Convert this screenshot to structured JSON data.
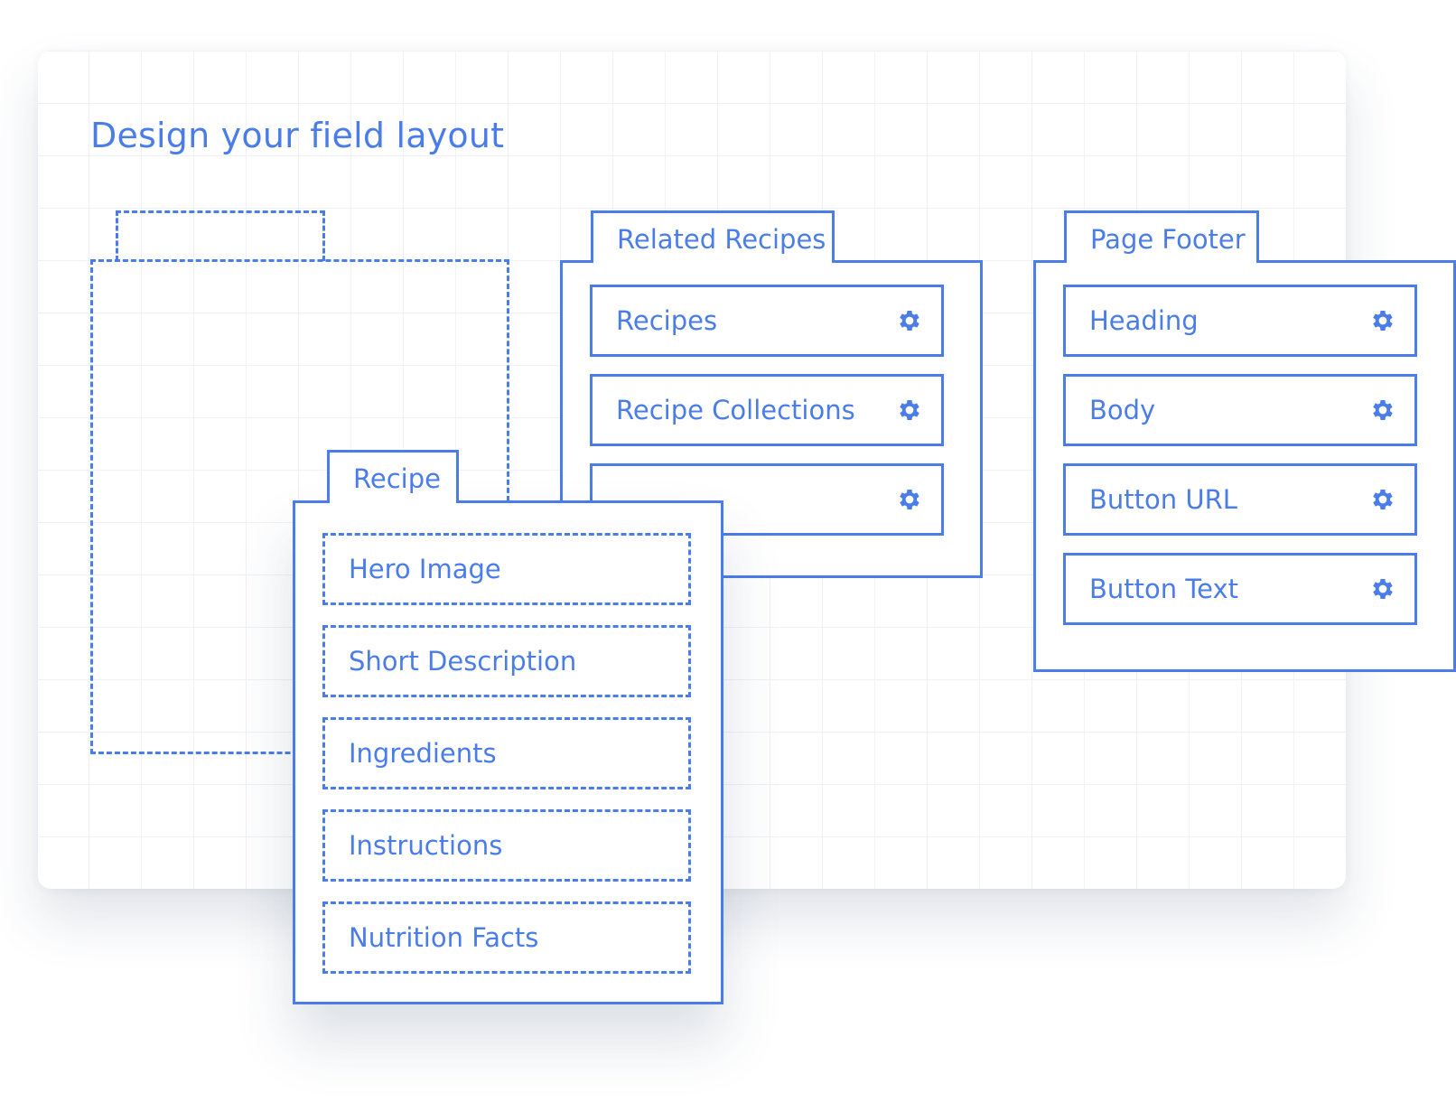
{
  "page": {
    "title": "Design your field layout"
  },
  "colors": {
    "accent": "#4a7de8",
    "grid_line": "#eef1f5",
    "canvas": "#ffffff"
  },
  "groups": {
    "related": {
      "label": "Related Recipes",
      "fields": [
        {
          "label": "Recipes",
          "icon": "gear-icon"
        },
        {
          "label": "Recipe Collections",
          "icon": "gear-icon"
        },
        {
          "label": "",
          "icon": "gear-icon"
        }
      ]
    },
    "footer": {
      "label": "Page Footer",
      "fields": [
        {
          "label": "Heading",
          "icon": "gear-icon"
        },
        {
          "label": "Body",
          "icon": "gear-icon"
        },
        {
          "label": "Button URL",
          "icon": "gear-icon"
        },
        {
          "label": "Button Text",
          "icon": "gear-icon"
        }
      ]
    },
    "recipe": {
      "label": "Recipe",
      "fields": [
        {
          "label": "Hero Image"
        },
        {
          "label": "Short Description"
        },
        {
          "label": "Ingredients"
        },
        {
          "label": "Instructions"
        },
        {
          "label": "Nutrition Facts"
        }
      ]
    }
  }
}
